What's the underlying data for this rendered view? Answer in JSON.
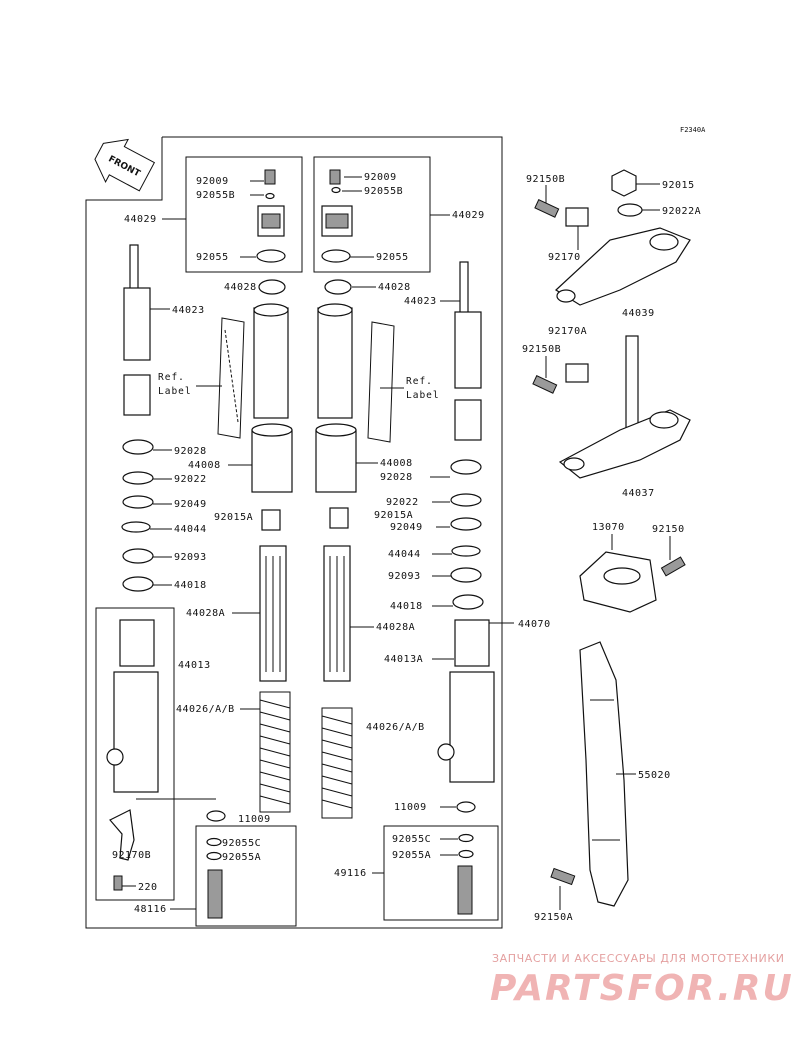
{
  "diagram_code": "F2340A",
  "front_label": "FRONT",
  "ref_label_left": [
    "Ref.",
    "Label"
  ],
  "ref_label_right": [
    "Ref.",
    "Label"
  ],
  "parts": {
    "p92009_l": "92009",
    "p92055B_l": "92055B",
    "p44029_l": "44029",
    "p92055_l": "92055",
    "p92009_r": "92009",
    "p92055B_r": "92055B",
    "p44029_r": "44029",
    "p92055_r": "92055",
    "p44028_l": "44028",
    "p44028_r": "44028",
    "p44023_l": "44023",
    "p44023_r": "44023",
    "p92028_l": "92028",
    "p44008_l": "44008",
    "p92022_l": "92022",
    "p92049_l": "92049",
    "p92015A_l": "92015A",
    "p44044_l": "44044",
    "p92093_l": "92093",
    "p44018_l": "44018",
    "p44028A_l": "44028A",
    "p44013_l": "44013",
    "p44026_l": "44026/A/B",
    "p11009_l": "11009",
    "p92170B": "92170B",
    "p220": "220",
    "p92055C_l": "92055C",
    "p92055A_l": "92055A",
    "p48116": "48116",
    "p44008_r": "44008",
    "p92028_r": "92028",
    "p92022_r": "92022",
    "p92015A_r": "92015A",
    "p92049_r": "92049",
    "p44044_r": "44044",
    "p92093_r": "92093",
    "p44018_r": "44018",
    "p44028A_r": "44028A",
    "p44070": "44070",
    "p44013A_r": "44013A",
    "p44026_r": "44026/A/B",
    "p11009_r": "11009",
    "p92055C_r": "92055C",
    "p92055A_r": "92055A",
    "p49116": "49116",
    "p92150B_a": "92150B",
    "p92015": "92015",
    "p92022A": "92022A",
    "p92170": "92170",
    "p44039": "44039",
    "p92170A": "92170A",
    "p92150B_b": "92150B",
    "p44037": "44037",
    "p13070": "13070",
    "p92150": "92150",
    "p55020": "55020",
    "p92150A": "92150A"
  },
  "watermark": {
    "caption": "ЗАПЧАСТИ И АКСЕССУАРЫ ДЛЯ МОТОТЕХНИКИ",
    "brand": "PARTSFOR.RU"
  }
}
